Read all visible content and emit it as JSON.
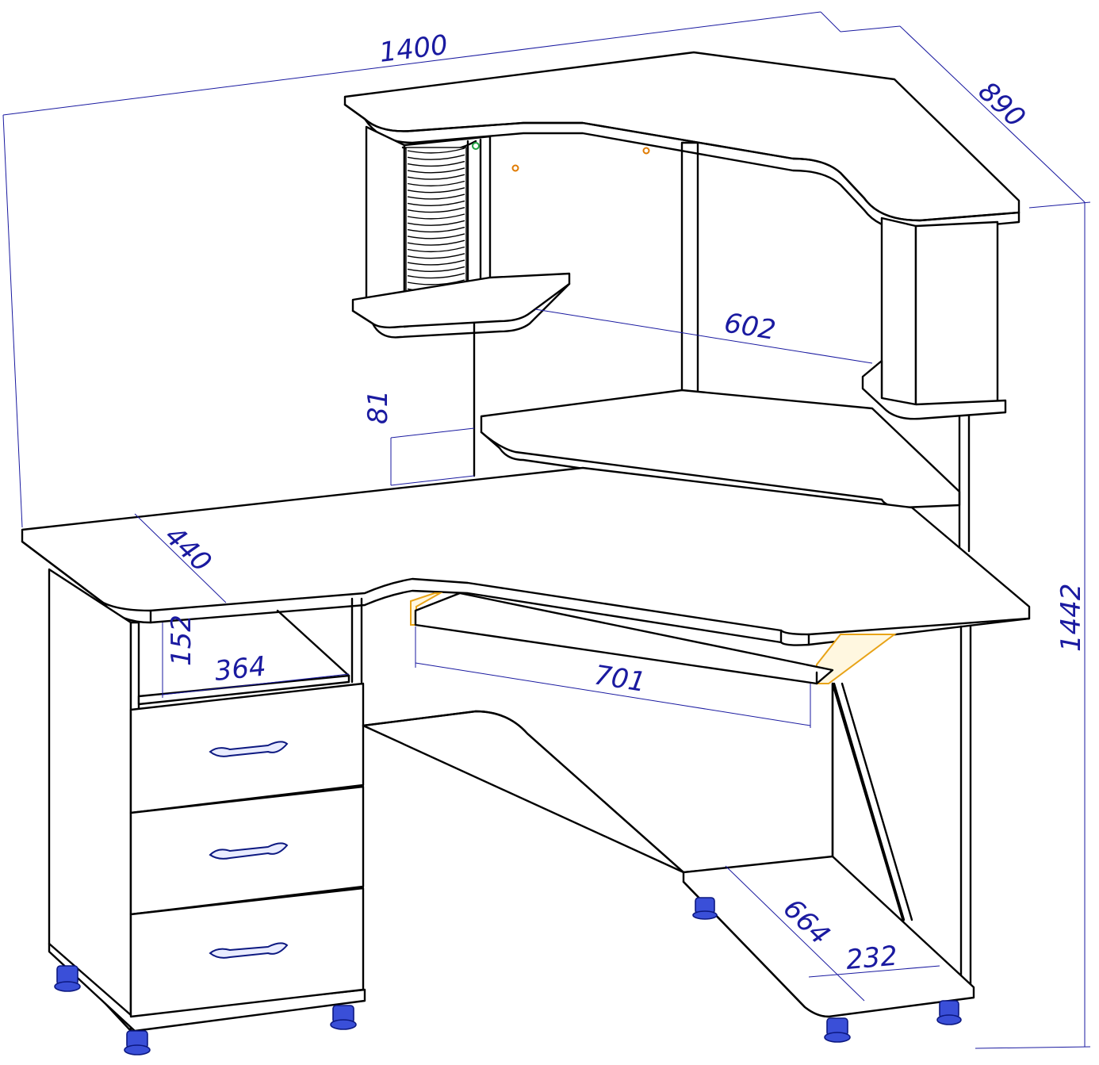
{
  "drawing": {
    "subject": "corner computer desk",
    "dimension_color": "#1a1aa0",
    "line_color": "#000000",
    "hardware_color": "#e8a317",
    "foot_color": "#3a4fd8"
  },
  "dimensions": {
    "total_width": "1400",
    "depth": "890",
    "height": "1442",
    "shelf_width": "602",
    "shelf_gap": "81",
    "top_depth": "440",
    "niche_height": "152",
    "niche_width": "364",
    "keyboard_tray": "701",
    "foot_shelf_length": "664",
    "foot_shelf_width": "232"
  }
}
